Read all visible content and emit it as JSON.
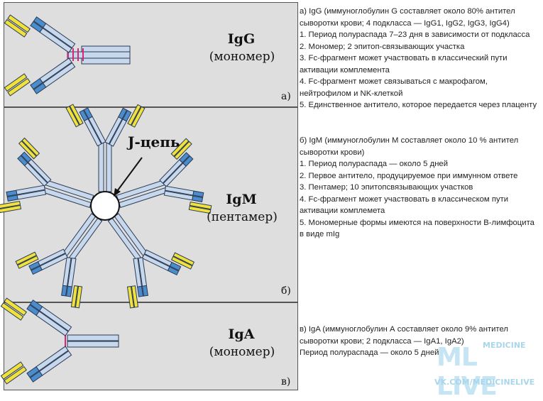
{
  "panel_a": {
    "title": "IgG",
    "subtitle": "(мономер)",
    "letter": "а)",
    "text_header": "а) IgG (иммуноглобулин G составляет около 80% антител сыворотки крови; 4 подкласса — IgG1, IgG2, IgG3, IgG4)",
    "items": [
      "1. Период полураспада 7–23 дня в зависимости от подкласса",
      "2. Мономер; 2 эпитоп-связывающих участка",
      "3. Fc-фрагмент может участвовать в классический пути активации комплемента",
      "4. Fc-фрагмент может связываться с макрофагом, нейтрофилом и NK-клеткой",
      "5. Единственное антитело, которое передается через плаценту"
    ]
  },
  "panel_b": {
    "title": "IgM",
    "subtitle": "(пентамер)",
    "letter": "б)",
    "jchain_label": "J-цепь",
    "text_header": "б) IgM (иммуноглобулин М составляет около 10 % антител сыворотки крови)",
    "items": [
      "1. Период полураспада — около 5 дней",
      "2. Первое антитело, продуцируемое при иммунном ответе",
      "3. Пентамер; 10 эпитопсвязывающих участков",
      "4. Fc-фрагмент может участвовать в классическом пути активации комплемета",
      "5. Мономерные формы имеются на поверхности В-лимфоцита в виде mIg"
    ]
  },
  "panel_c": {
    "title": "IgA",
    "subtitle": "(мономер)",
    "letter": "в)",
    "text_header": "в) IgA (иммуноглобулин А составляет около 9% антител сыворотки крови; 2 подкласса — IgA1, IgA2)",
    "items": [
      "Период полураспада — около 5 дней"
    ]
  },
  "watermark": {
    "top": "MEDICINE",
    "logo": "ML LIVE",
    "url": "VK.COM/MEDICINELIVE"
  },
  "colors": {
    "panel_bg": "#dedede",
    "chain_fill": "#c8d8ec",
    "chain_stroke": "#2a3a55",
    "variable_blue": "#4a8ccc",
    "antigen_yellow": "#f0e23a",
    "disulfide_pink": "#d4267a"
  }
}
